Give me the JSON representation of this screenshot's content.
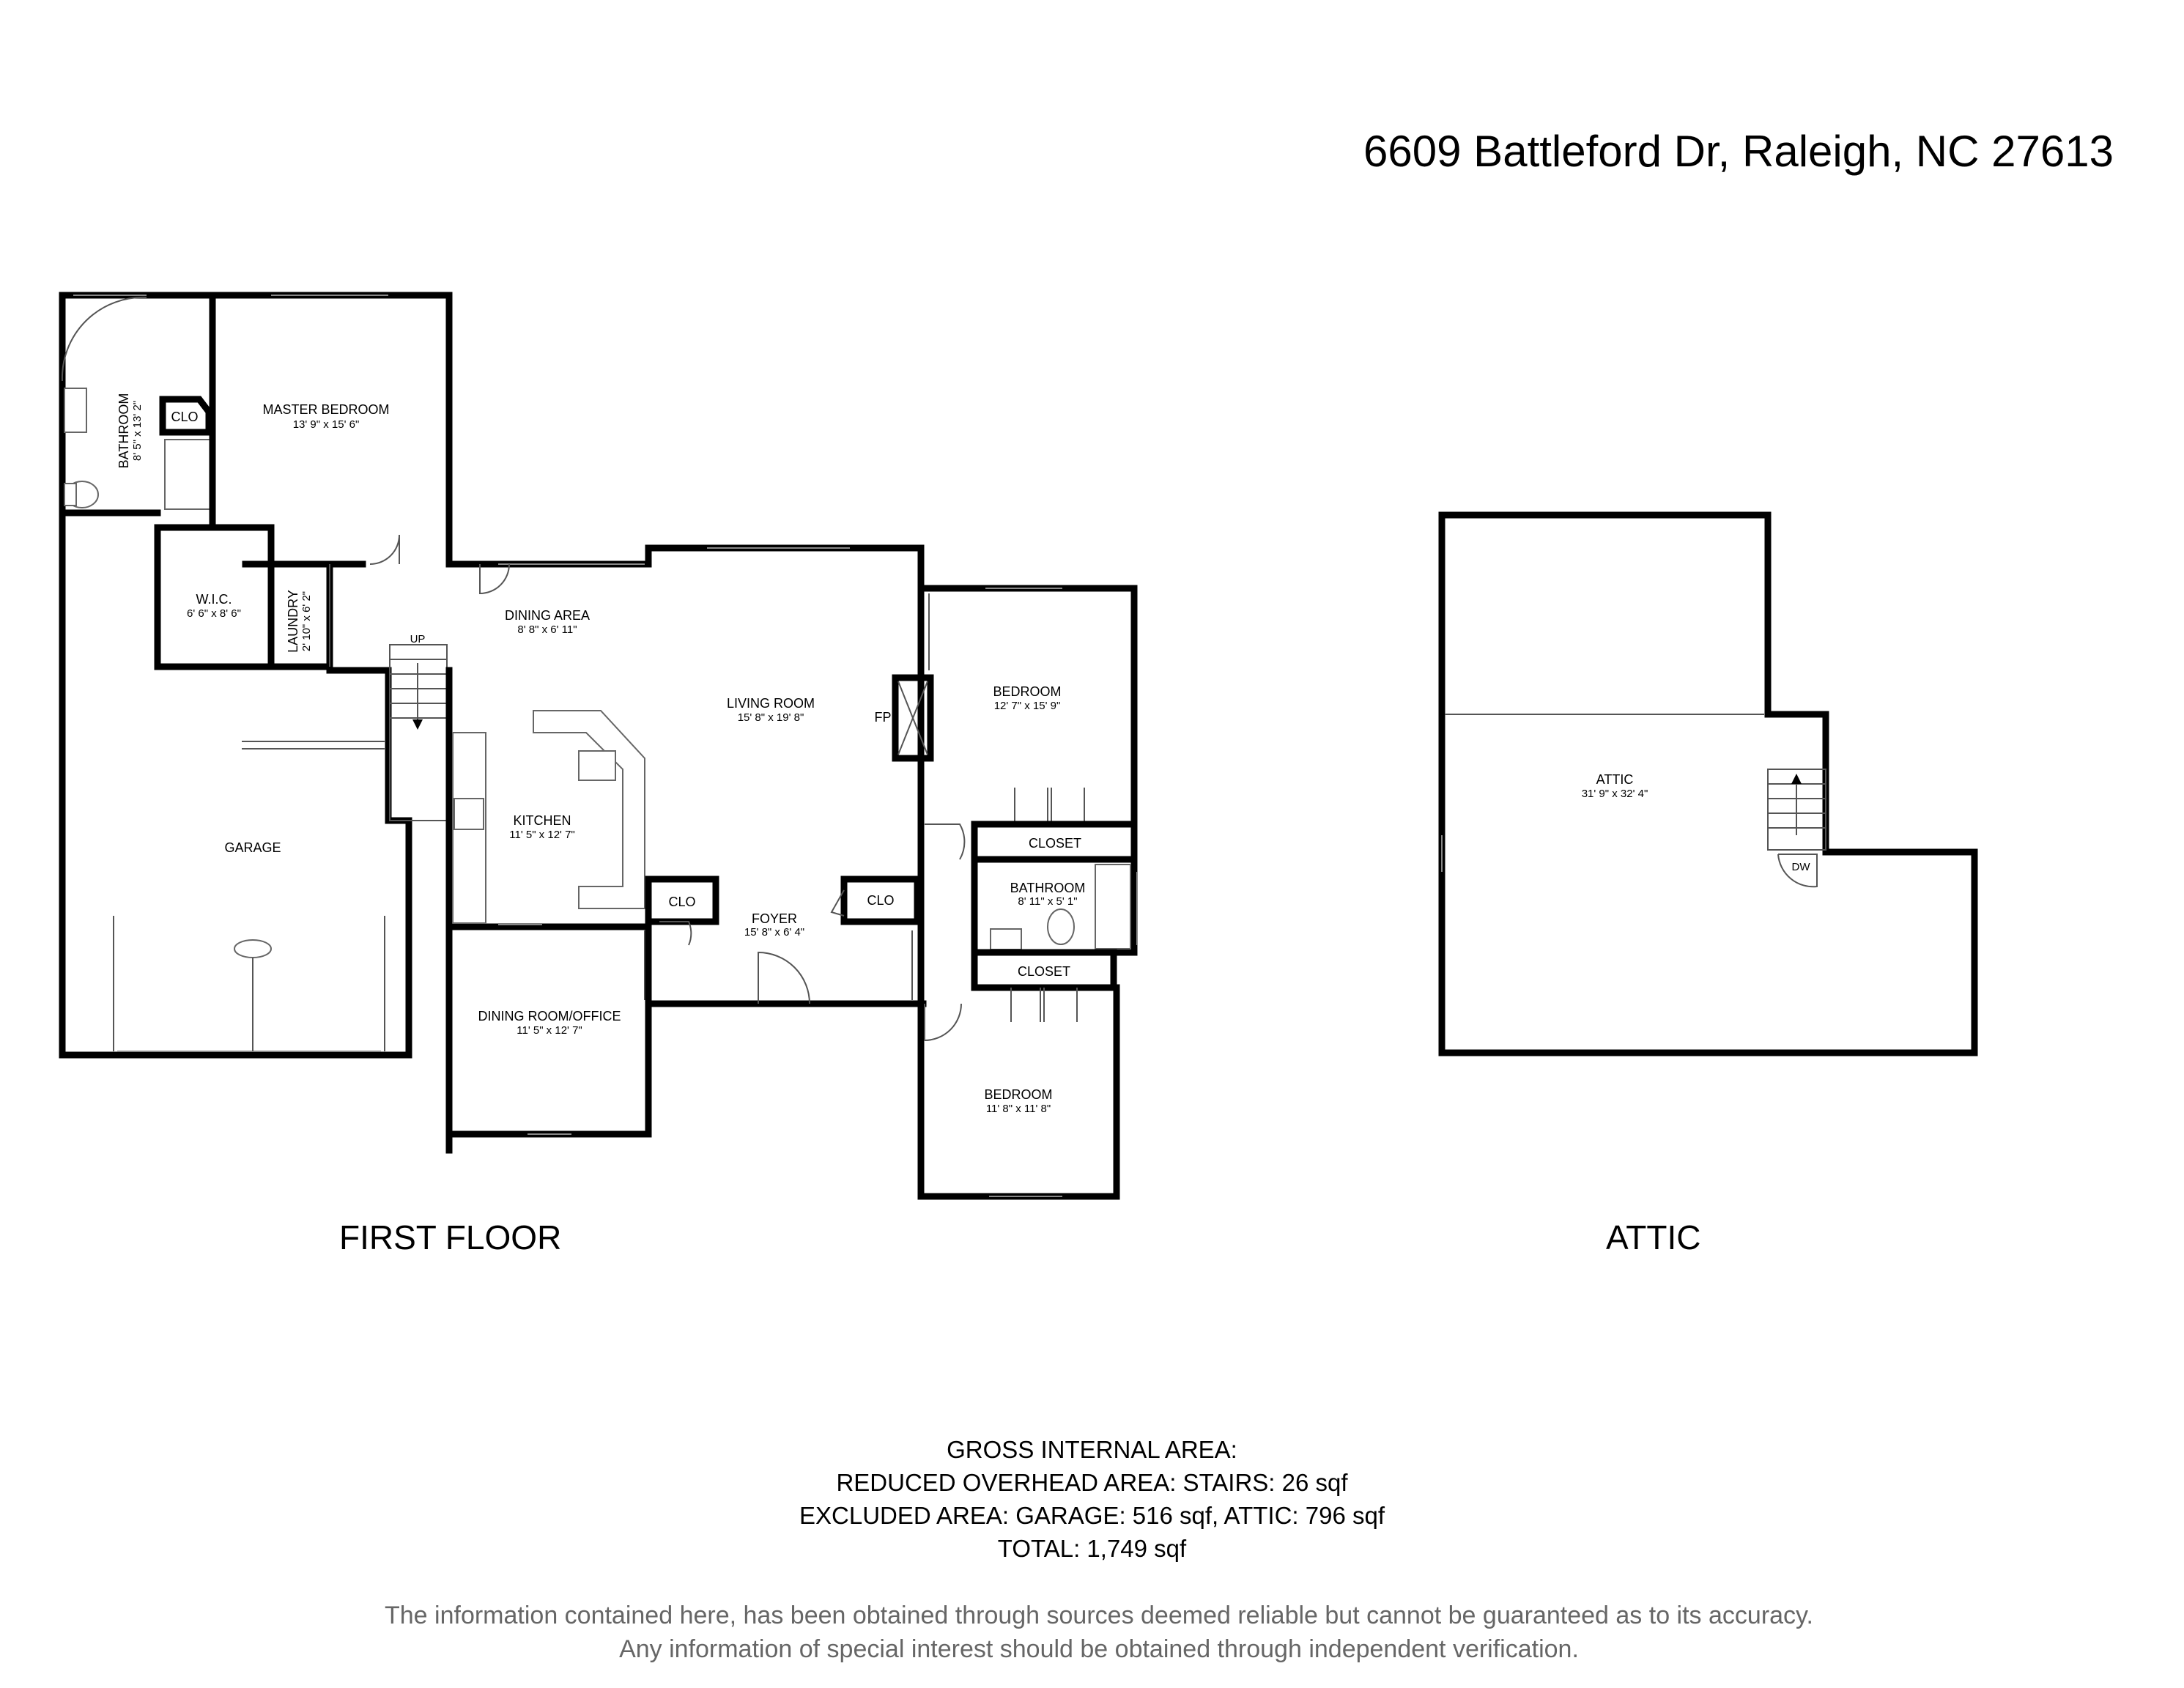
{
  "header": {
    "address": "6609 Battleford Dr, Raleigh, NC 27613"
  },
  "floors": {
    "first": {
      "title": "FIRST FLOOR",
      "rooms": {
        "master_bedroom": {
          "name": "MASTER BEDROOM",
          "size": "13' 9\" x 15' 6\""
        },
        "master_bathroom": {
          "name": "BATHROOM",
          "size": "8' 5\" x 13' 2\""
        },
        "master_closet": {
          "name": "CLO"
        },
        "wic": {
          "name": "W.I.C.",
          "size": "6' 6\" x 8' 6\""
        },
        "laundry": {
          "name": "LAUNDRY",
          "size": "2' 10\" x 6' 2\""
        },
        "dining_area": {
          "name": "DINING AREA",
          "size": "8' 8\" x 6' 11\""
        },
        "living_room": {
          "name": "LIVING ROOM",
          "size": "15' 8\" x 19' 8\""
        },
        "fireplace": {
          "name": "FP"
        },
        "bedroom_1": {
          "name": "BEDROOM",
          "size": "12' 7\" x 15' 9\""
        },
        "closet_1": {
          "name": "CLOSET"
        },
        "bathroom_2": {
          "name": "BATHROOM",
          "size": "8' 11\" x 5' 1\""
        },
        "closet_2": {
          "name": "CLOSET"
        },
        "bedroom_2": {
          "name": "BEDROOM",
          "size": "11' 8\" x 11' 8\""
        },
        "kitchen": {
          "name": "KITCHEN",
          "size": "11' 5\" x 12' 7\""
        },
        "garage": {
          "name": "GARAGE"
        },
        "stairs": {
          "name": "UP"
        },
        "foyer": {
          "name": "FOYER",
          "size": "15' 8\" x 6' 4\""
        },
        "foyer_closet_left": {
          "name": "CLO"
        },
        "foyer_closet_right": {
          "name": "CLO"
        },
        "dining_room_office": {
          "name": "DINING ROOM/OFFICE",
          "size": "11' 5\" x 12' 7\""
        }
      }
    },
    "attic": {
      "title": "ATTIC",
      "rooms": {
        "attic": {
          "name": "ATTIC",
          "size": "31' 9\" x 32' 4\""
        },
        "door": {
          "name": "DW"
        }
      }
    }
  },
  "area_summary": {
    "gross": "GROSS INTERNAL AREA:",
    "reduced": "REDUCED OVERHEAD AREA: STAIRS: 26 sqf",
    "excluded": "EXCLUDED AREA: GARAGE: 516 sqf, ATTIC: 796 sqf",
    "total": "TOTAL: 1,749 sqf"
  },
  "disclaimer": {
    "line1": "The information contained here, has been obtained through sources deemed reliable but cannot be guaranteed as to its accuracy.",
    "line2": "Any information of special interest should be obtained through independent verification."
  }
}
